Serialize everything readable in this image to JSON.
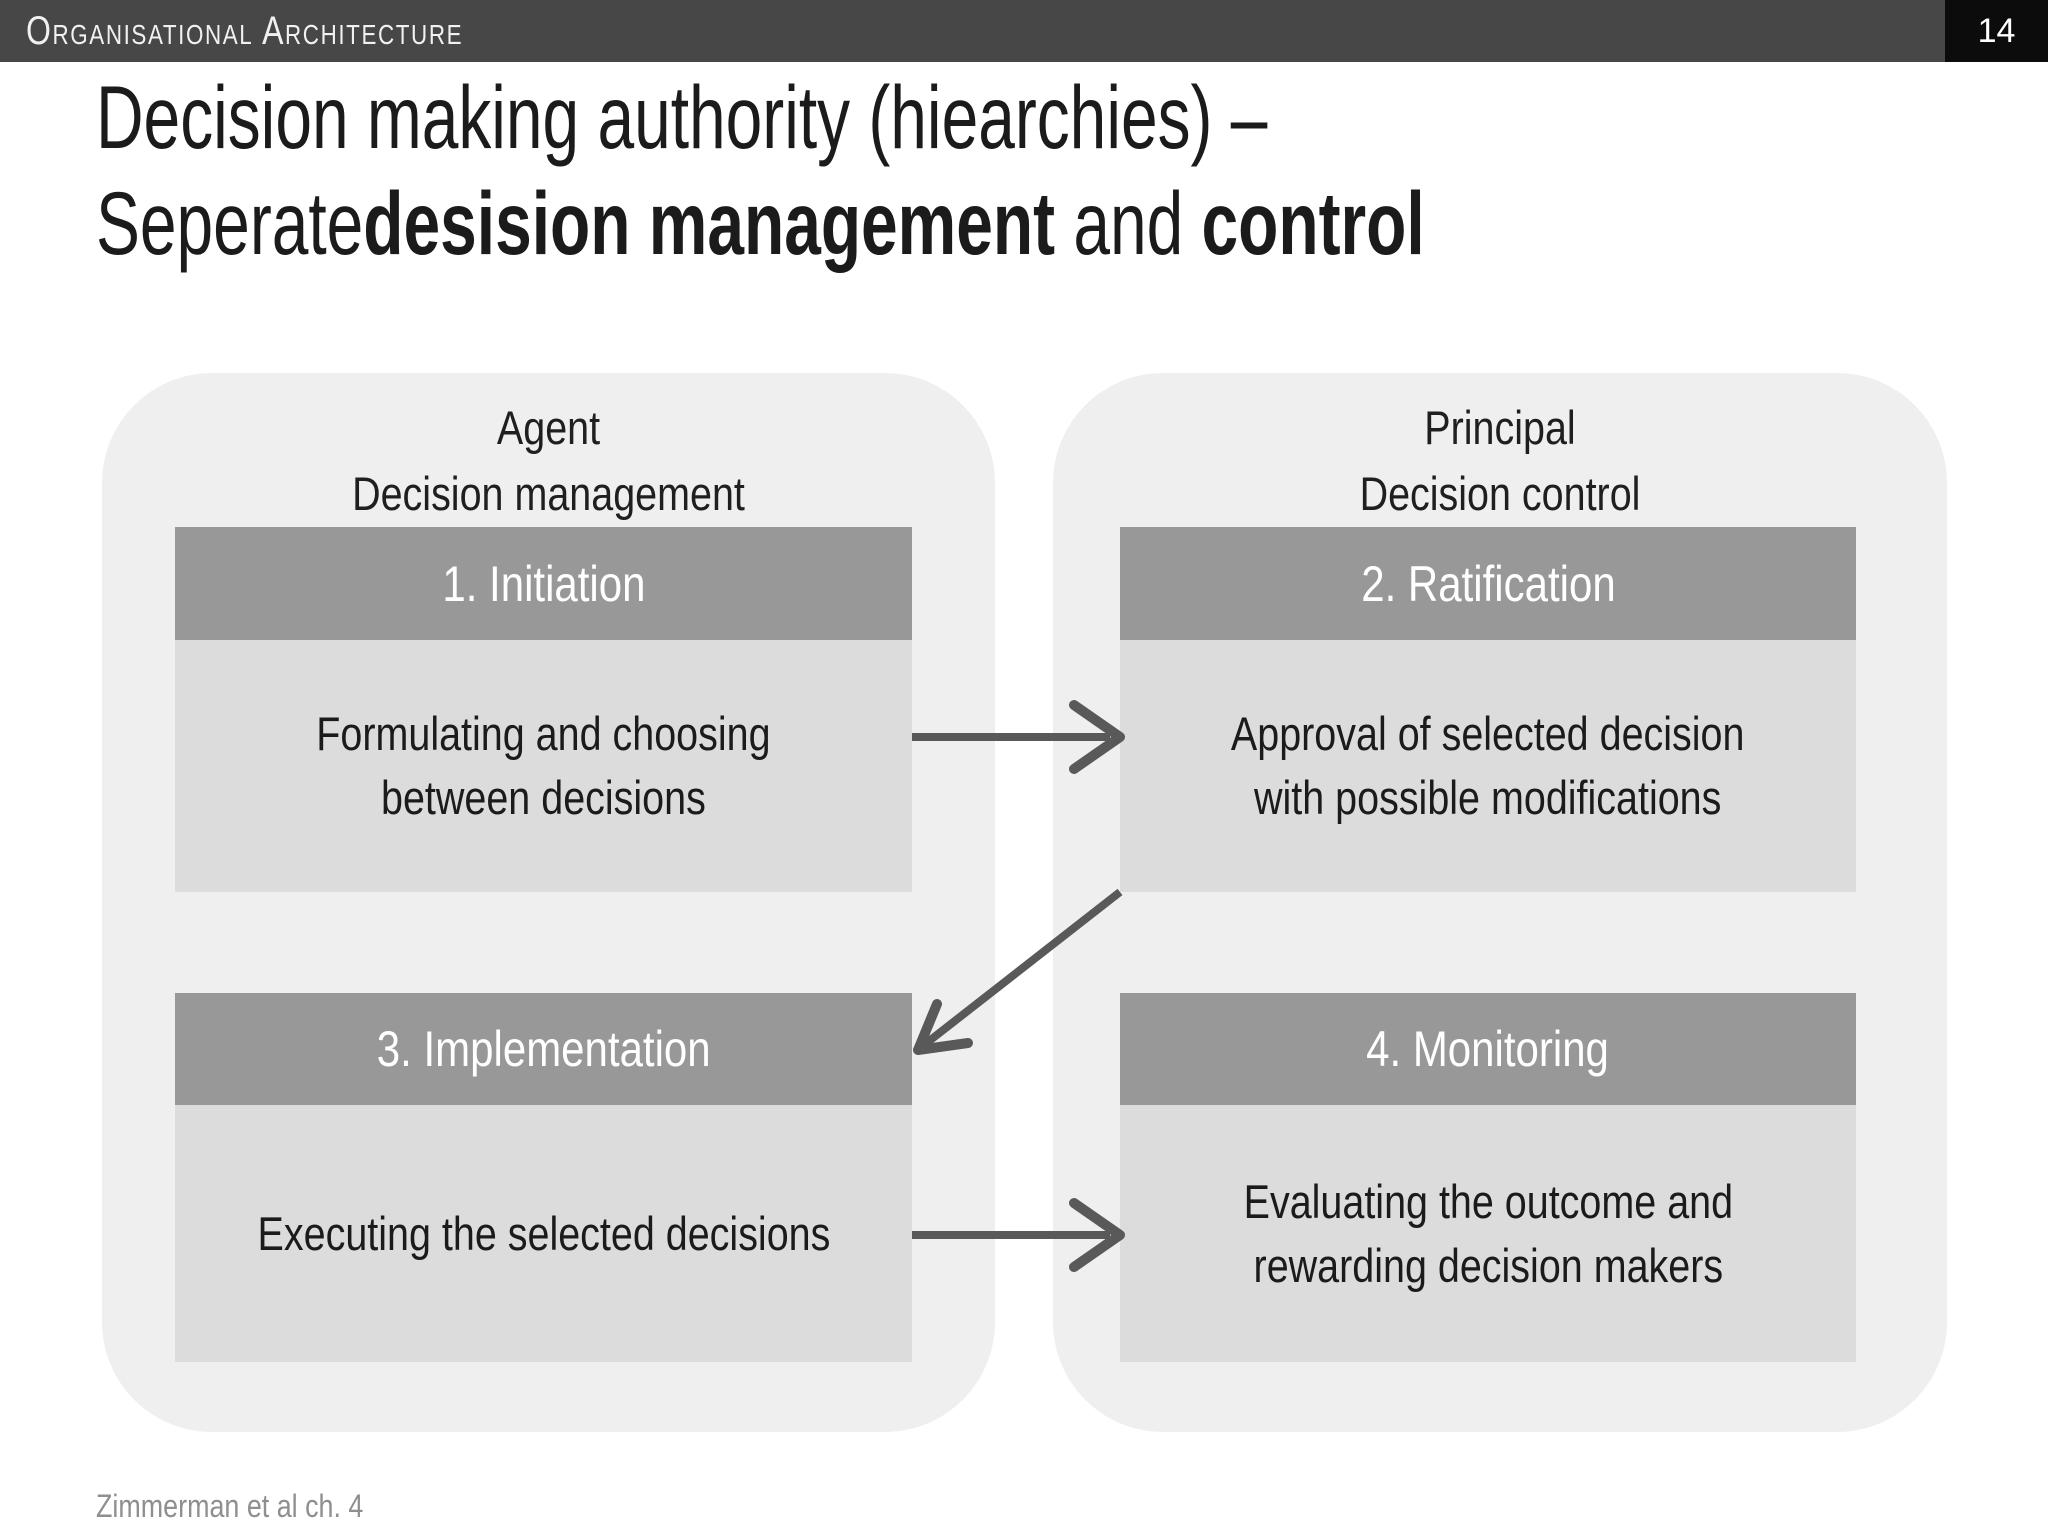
{
  "header": {
    "title": "Organisational Architecture",
    "page_number": "14"
  },
  "title": {
    "line1": "Decision making authority (hiearchies) –",
    "line2": {
      "seg_regular1": "Seperate",
      "seg_bold1": "desision management",
      "seg_regular2": " and ",
      "seg_bold2": "control"
    }
  },
  "diagram": {
    "columns": [
      {
        "role": "Agent",
        "subtitle": "Decision management",
        "boxes": [
          {
            "header": "1. Initiation",
            "body": "Formulating and choosing\nbetween decisions"
          },
          {
            "header": "3. Implementation",
            "body": "Executing the selected decisions"
          }
        ]
      },
      {
        "role": "Principal",
        "subtitle": "Decision control",
        "boxes": [
          {
            "header": "2. Ratification",
            "body": "Approval of selected decision\nwith possible modifications"
          },
          {
            "header": "4. Monitoring",
            "body": "Evaluating the outcome and\nrewarding decision makers"
          }
        ]
      }
    ]
  },
  "footer": {
    "citation": "Zimmerman et al ch. 4"
  },
  "colors": {
    "top_bar": "#474747",
    "page_box": "#0c0c0c",
    "header_text": "#f1f1f1",
    "title_text": "#1b1b1b",
    "panel": "#efefef",
    "box_header": "#989898",
    "box_body": "#dcdcdc",
    "body_text": "#1b1b1b",
    "arrow": "#595959",
    "footer_text": "#8f8f8f"
  }
}
